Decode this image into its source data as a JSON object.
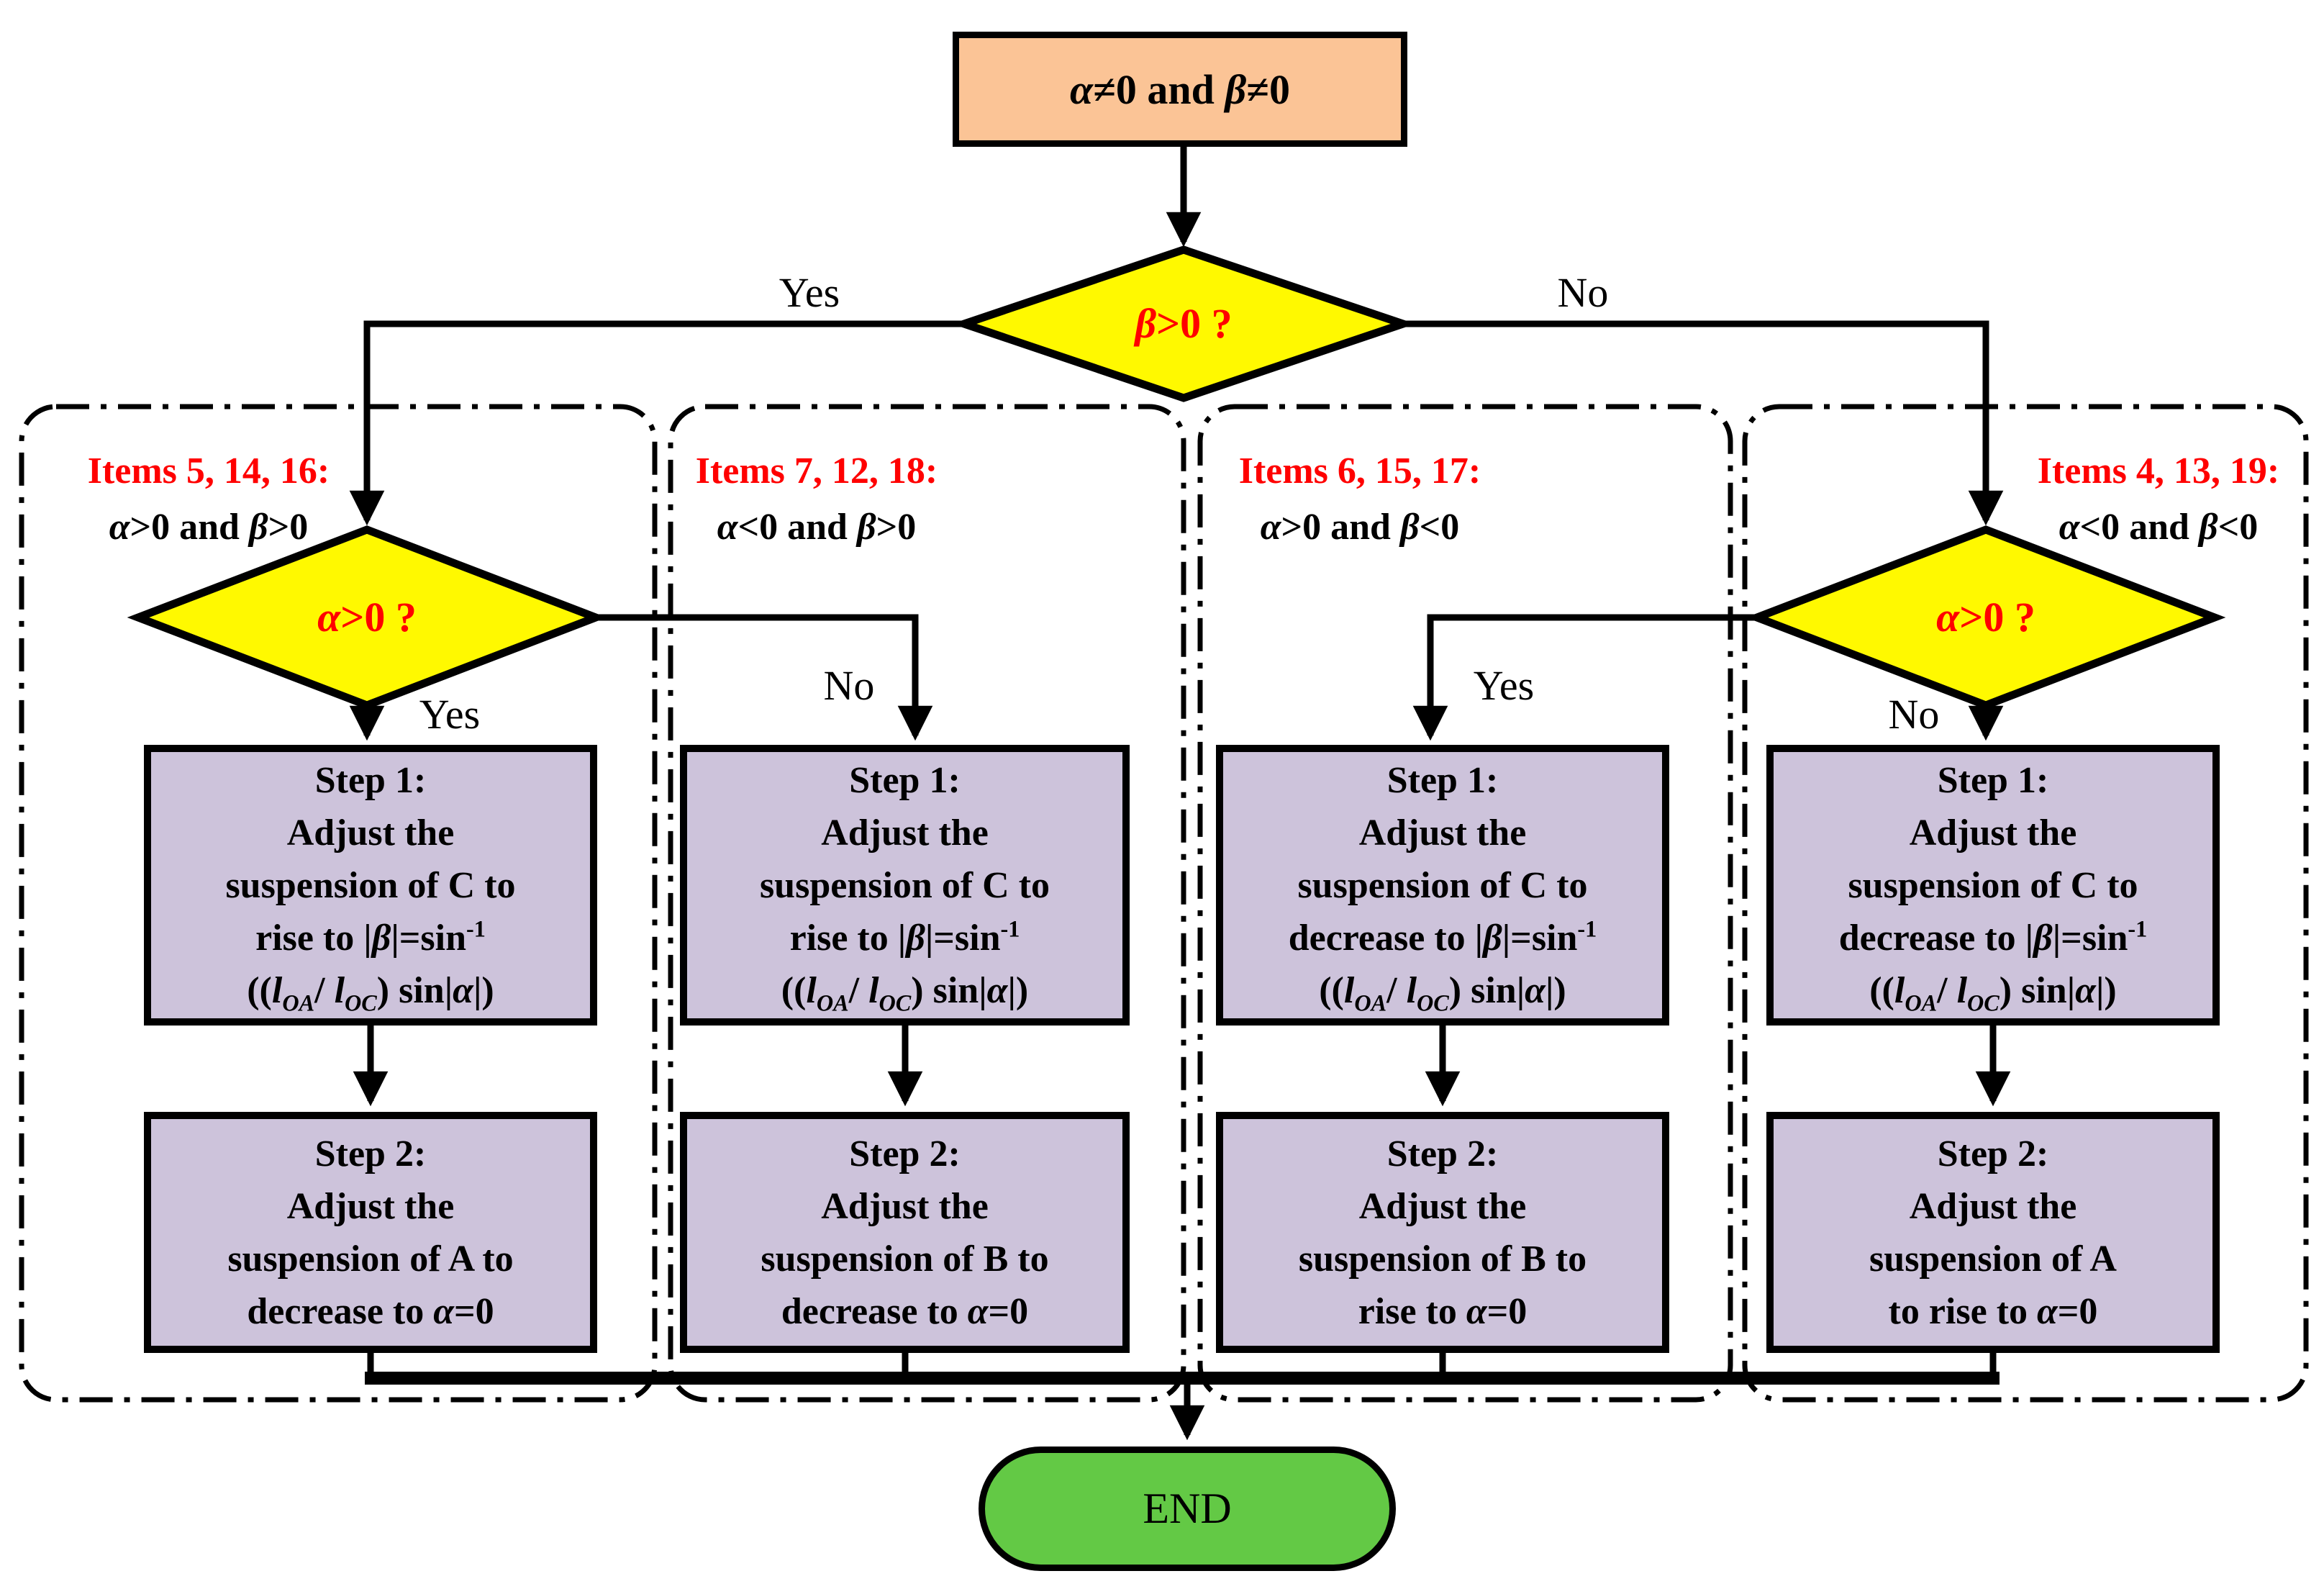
{
  "colors": {
    "peach": "#FBC496",
    "yellow": "#FFF900",
    "purple": "#CDC3DB",
    "green": "#63C945",
    "red": "#FF0000"
  },
  "start": {
    "label_html": "<i>α</i>≠0 and <i>β</i>≠0"
  },
  "beta_decision": {
    "label_html": "<i>β</i>&gt;0 ?",
    "yes": "Yes",
    "no": "No"
  },
  "alpha_decision_left": {
    "label_html": "<i>α</i>&gt;0 ?",
    "yes": "Yes",
    "no": "No"
  },
  "alpha_decision_right": {
    "label_html": "<i>α</i>&gt;0 ?",
    "yes": "Yes",
    "no": "No"
  },
  "branches": [
    {
      "items": "Items 5, 14, 16:",
      "condition_html": "<i>α</i>&gt;0 and <i>β</i>&gt;0",
      "step1_html": "Step 1:<br>Adjust the<br>suspension of C to<br>rise to |<i>β</i>|=sin<sup>-1</sup><br>((<i>l</i><sub><i>OA</i></sub>/ <i>l</i><sub><i>OC</i></sub>) sin|<i>α</i>|)",
      "step2_html": "Step 2:<br>Adjust the<br>suspension of A to<br>decrease to <i>α</i>=0"
    },
    {
      "items": "Items 7, 12, 18:",
      "condition_html": "<i>α</i>&lt;0 and <i>β</i>&gt;0",
      "step1_html": "Step 1:<br>Adjust the<br>suspension of C to<br>rise to |<i>β</i>|=sin<sup>-1</sup><br>((<i>l</i><sub><i>OA</i></sub>/ <i>l</i><sub><i>OC</i></sub>) sin|<i>α</i>|)",
      "step2_html": "Step 2:<br>Adjust the<br>suspension of B to<br>decrease to <i>α</i>=0"
    },
    {
      "items": "Items 6, 15, 17:",
      "condition_html": "<i>α</i>&gt;0 and <i>β</i>&lt;0",
      "step1_html": "Step 1:<br>Adjust the<br>suspension of C to<br>decrease to |<i>β</i>|=sin<sup>-1</sup><br>((<i>l</i><sub><i>OA</i></sub>/ <i>l</i><sub><i>OC</i></sub>) sin|<i>α</i>|)",
      "step2_html": "Step 2:<br>Adjust the<br>suspension of B to<br>rise to <i>α</i>=0"
    },
    {
      "items": "Items 4, 13, 19:",
      "condition_html": "<i>α</i>&lt;0 and <i>β</i>&lt;0",
      "step1_html": "Step 1:<br>Adjust the<br>suspension of C to<br>decrease to |<i>β</i>|=sin<sup>-1</sup><br>((<i>l</i><sub><i>OA</i></sub>/ <i>l</i><sub><i>OC</i></sub>) sin|<i>α</i>|)",
      "step2_html": "Step 2:<br>Adjust the<br>suspension of A<br>to rise to <i>α</i>=0"
    }
  ],
  "end": {
    "label": "END"
  }
}
